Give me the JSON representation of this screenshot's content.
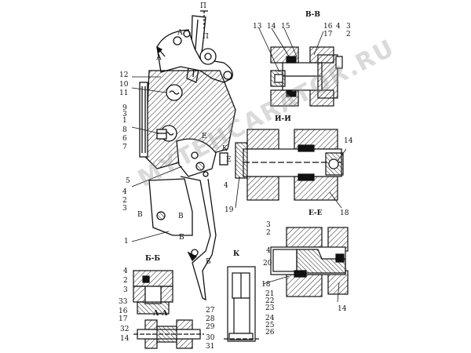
{
  "section_titles": {
    "bb_top": "В-В",
    "ii": "И-И",
    "ee": "Е-Е",
    "bb_bottom": "Б-Б",
    "k": "К",
    "aa": "А-А"
  },
  "main_labels": {
    "p_top": "П",
    "p_mid": "П",
    "a_upper": "А",
    "a_lower": "А",
    "n12": "12",
    "n10": "10",
    "n11": "11",
    "n9": "9",
    "n3": "3",
    "n1a": "1",
    "n8": "8",
    "n6": "6",
    "n7": "7",
    "e_mark": "Е",
    "k_mark": "К",
    "n5": "5",
    "n4a": "4",
    "n2a": "2",
    "n3b": "3",
    "n4b": "4",
    "e_bottom": "Е",
    "v_left": "В",
    "v_right": "В",
    "n1b": "1",
    "b_mid": "Б",
    "b_bottom": "Б"
  },
  "vv_labels": {
    "n13": "13",
    "n14": "14",
    "n15": "15",
    "n16": "16",
    "n17": "17",
    "n4": "4",
    "n3": "3",
    "n2": "2"
  },
  "ii_labels": {
    "n14": "14",
    "n19": "19",
    "n18": "18"
  },
  "ee_labels": {
    "n3": "3",
    "n2": "2",
    "n4": "4",
    "n20": "20",
    "n18": "18",
    "n14": "14"
  },
  "bb_labels": {
    "n4": "4",
    "n2": "2",
    "n3": "3",
    "n33": "33",
    "n16": "16",
    "n17": "17"
  },
  "k_labels": {
    "n21": "21",
    "n22": "22",
    "n23": "23",
    "n24": "24",
    "n25": "25",
    "n26": "26"
  },
  "aa_labels": {
    "n27": "27",
    "n28": "28",
    "n29": "29",
    "n32": "32",
    "n14": "14",
    "n30": "30",
    "n31": "31"
  },
  "watermark": "MYTEHCARATOR.RU"
}
